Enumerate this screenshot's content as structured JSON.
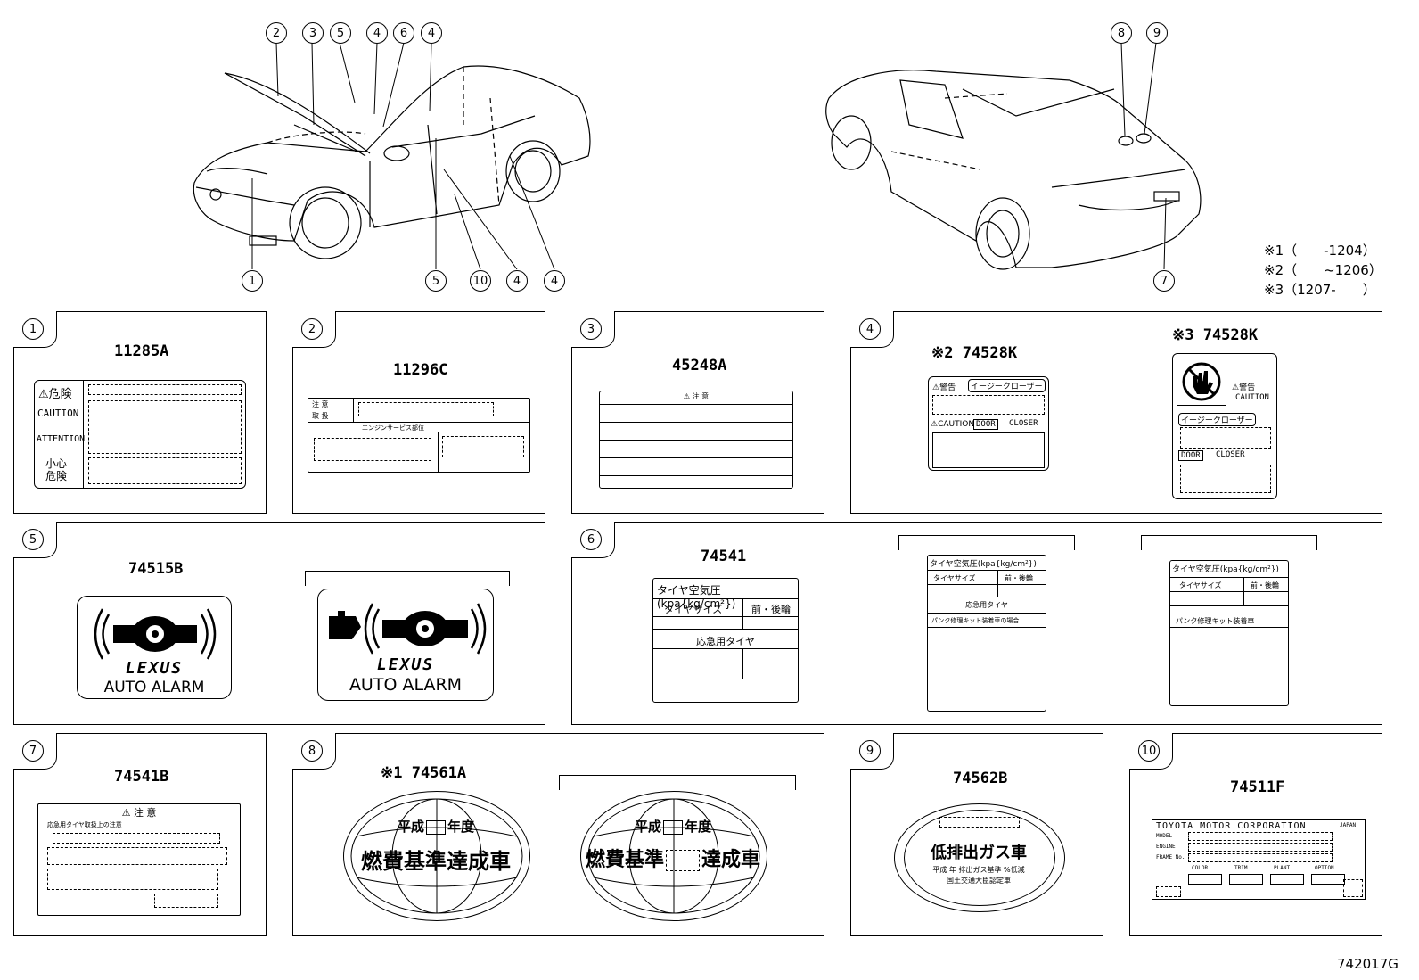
{
  "diagram_code": "742017G",
  "notes": [
    "※1（　　-1204）",
    "※2（　　~1206）",
    "※3（1207-　　）"
  ],
  "front_view_callouts": [
    "2",
    "3",
    "5",
    "4",
    "6",
    "4",
    "1",
    "5",
    "10",
    "4",
    "4"
  ],
  "rear_view_callouts": [
    "8",
    "9",
    "7"
  ],
  "panels": {
    "p1": {
      "index": "1",
      "part": "11285A",
      "rows": [
        "⚠危険",
        "CAUTION",
        "ATTENTION",
        "小心\n危険"
      ]
    },
    "p2": {
      "index": "2",
      "part": "11296C",
      "small1": "注 意",
      "small2": "取 扱",
      "small3": "エンジンサービス部位"
    },
    "p3": {
      "index": "3",
      "part": "45248A",
      "head": "⚠ 注 意"
    },
    "p4": {
      "index": "4",
      "part_a": "※2 74528K",
      "part_b": "※3 74528K",
      "warn": "⚠警告",
      "easy": "イージークローザー",
      "caution": "⚠CAUTION",
      "door": "DOOR",
      "closer": "CLOSER",
      "warn2": "⚠警告",
      "caution2": "CAUTION"
    },
    "p5": {
      "index": "5",
      "part": "74515B",
      "brand": "LEXUS",
      "alarm": "AUTO ALARM"
    },
    "p6": {
      "index": "6",
      "part": "74541",
      "title": "タイヤ空気圧(kpa{kg/cm²})",
      "size": "タイヤサイズ",
      "front_rear": "前・後輪",
      "spare": "応急用タイヤ",
      "repair": "パンク修理キット装着車の場合",
      "repair2": "パンク修理キット装着車"
    },
    "p7": {
      "index": "7",
      "part": "74541B",
      "head": "⚠ 注 意",
      "sub": "応急用タイヤ取扱上の注意"
    },
    "p8": {
      "index": "8",
      "part": "※1 74561A",
      "year": "平成",
      "year2": "年度",
      "text": "燃費基準達成車",
      "text_a": "燃費基準",
      "text_b": "達成車"
    },
    "p9": {
      "index": "9",
      "part": "74562B",
      "main": "低排出ガス車",
      "sub1": "平成 年 排出ガス基準  %低減",
      "sub2": "国土交通大臣認定車"
    },
    "p10": {
      "index": "10",
      "part": "74511F",
      "maker": "TOYOTA MOTOR CORPORATION",
      "japan": "JAPAN",
      "model": "MODEL",
      "engine": "ENGINE",
      "frame": "FRAME No.",
      "color": "COLOR",
      "trim": "TRIM",
      "plant": "PLANT",
      "option": "OPTION"
    }
  }
}
